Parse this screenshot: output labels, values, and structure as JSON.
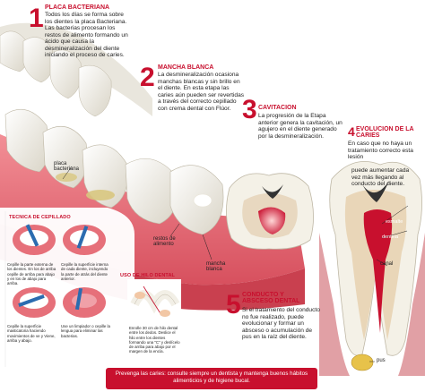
{
  "step1": {
    "number": "1",
    "title": "PLACA BACTERIANA",
    "text": "Todos los días se forma sobre los dientes la placa Bacteriana. Las bacterias procesan los restos de alimento formando un ácido que causa la desmineralización del diente iniciando el proceso de caries."
  },
  "step2": {
    "number": "2",
    "title": "MANCHA BLANCA",
    "text": "La desmineralización ocasiona manchas blancas y sin brillo en el diente. En esta etapa las caries aún pueden ser revertidas a través del correcto cepillado con crema dental con Flúor."
  },
  "step3": {
    "number": "3",
    "title": "CAVITACION",
    "text": "La progresión de la Etapa anterior genera la cavitación, un agujero en el diente generado por la desmineralización."
  },
  "step4": {
    "number": "4",
    "title": "EVOLUCION DE LA CARIES",
    "text_a": "En caso que no haya un tratamiento correcto esta lesión",
    "text_b": "puede aumentar cada vez más llegando al conducto del diente."
  },
  "step5": {
    "number": "5",
    "title": "CONDUCTO Y ABSCESO DENTAL",
    "text": "Si el tratamiento del conducto no fue realizado, puede evolucionar y formar un absceso o acumulación de pus en la raíz del diente."
  },
  "labels": {
    "placa": "placa bacteriana",
    "restos": "restos de alimento",
    "mancha": "mancha blanca",
    "esmalte": "esmalte",
    "dentina": "dentina",
    "canal": "canal",
    "pus": "pus"
  },
  "tecnica": {
    "title": "TECNICA DE CEPILLADO",
    "t1": "Cepille la parte externa de los dientes. En los de arriba cepille de arriba para abajo y en los de abajo para arriba.",
    "t2": "Cepille la superficie interna de cada diente, incluyendo la parte de atrás del diente anterior.",
    "t3": "Cepille la superficie masticatoria haciendo movimientos de ve y Viene, arriba y abajo.",
    "t4": "Use un limpiador o cepille la lengua para eliminar las bacterias."
  },
  "hilo": {
    "title": "USO DE HILO DENTAL",
    "text": "Enrolle 30 cm de hilo dental entre los dedos. Deslice el hilo entre los dientes formando una \"C\" y deslícelo de arriba para abajo por el margen de la encía."
  },
  "footer": {
    "text": "Prevenga las caries: consulte siempre un dentista y mantenga buenos hábitos alimenticios y de higiene bucal."
  },
  "colors": {
    "accent": "#c8102e",
    "gum": "#e6707a",
    "enamel": "#f2efe6"
  }
}
